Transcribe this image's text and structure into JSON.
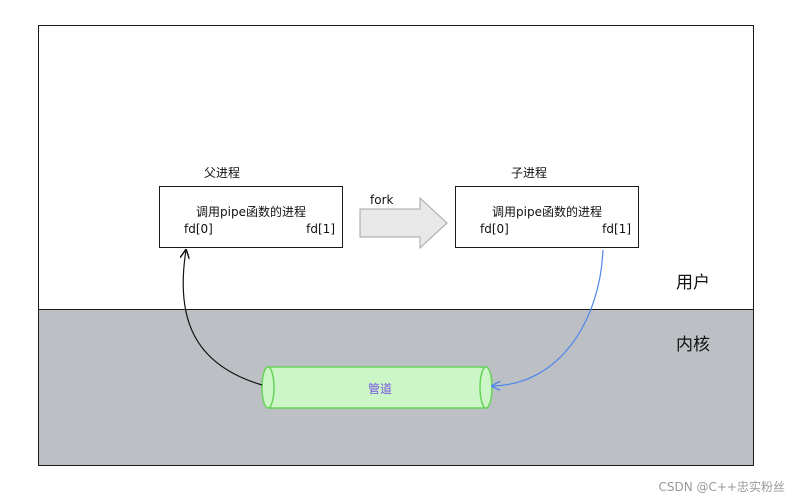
{
  "zones": {
    "user_label": "用户",
    "kernel_label": "内核"
  },
  "parent": {
    "title": "父进程",
    "caption": "调用pipe函数的进程",
    "fd_read": "fd[0]",
    "fd_write": "fd[1]"
  },
  "child": {
    "title": "子进程",
    "caption": "调用pipe函数的进程",
    "fd_read": "fd[0]",
    "fd_write": "fd[1]"
  },
  "fork_label": "fork",
  "pipe": {
    "label": "管道"
  },
  "colors": {
    "kernel_bg": "#bcbfc4",
    "pipe_fill": "#ccf5c8",
    "pipe_stroke": "#66d35a",
    "pipe_text": "#7a56e0",
    "child_arrow": "#4f86ee",
    "parent_arrow": "#111111",
    "fork_arrow_fill": "#e8e8e8"
  },
  "watermark": "CSDN @C++忠实粉丝"
}
